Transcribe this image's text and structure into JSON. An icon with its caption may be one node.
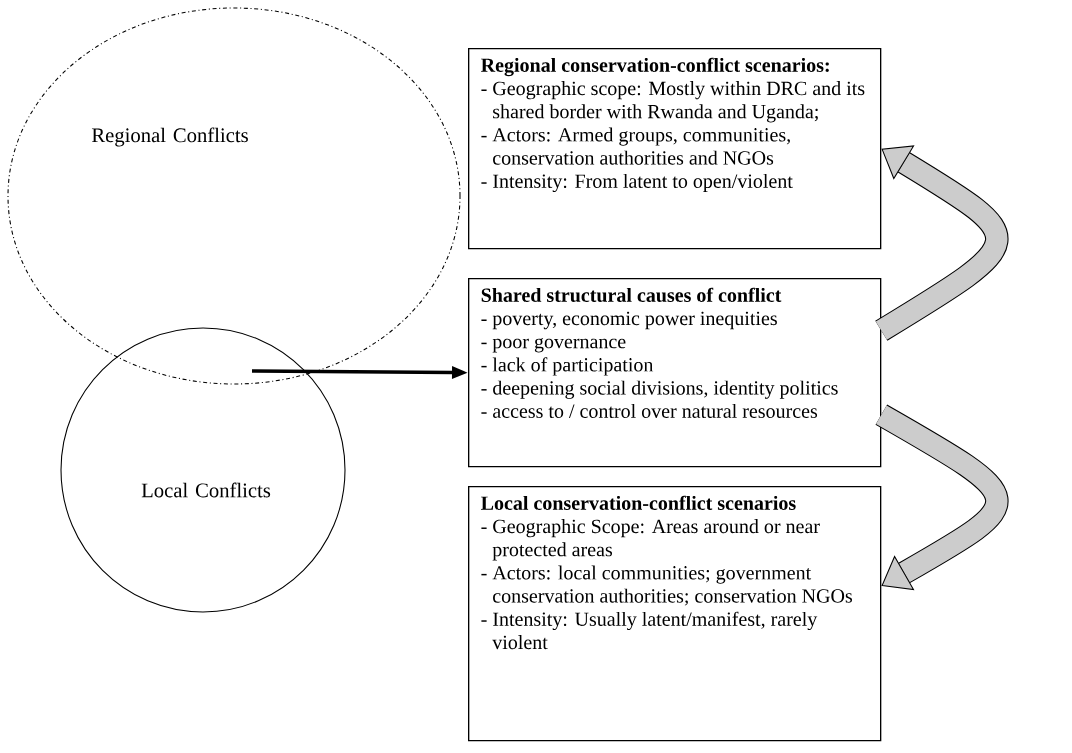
{
  "diagram": {
    "nodes": [
      {
        "text": [
          "Regional Conflicts"
        ]
      },
      {
        "text": [
          "Local Conflicts"
        ]
      },
      {
        "text": [
          "Regional conservation-conflict scenarios:",
          "- Geographic scope: Mostly within DRC and its shared border with Rwanda and Uganda;",
          "- Actors: Armed groups, communities, conservation authorities and NGOs",
          "- Intensity: From latent to open/violent"
        ]
      },
      {
        "text": [
          "Shared structural causes of conflict",
          "- poverty, economic power inequities",
          "- poor governance",
          "- lack of participation",
          "- deepening social divisions, identity politics",
          "- access to / control over natural resources"
        ]
      },
      {
        "text": [
          "Local conservation-conflict scenarios",
          "- Geographic Scope: Areas around or near protected areas",
          "- Actors: local communities; government conservation authorities; conservation NGOs",
          "- Intensity: Usually latent/manifest, rarely violent"
        ]
      }
    ],
    "edges": [
      {
        "from": 0,
        "to": 3,
        "arrow": "to"
      },
      {
        "from": 1,
        "to": 3,
        "arrow": "to"
      },
      {
        "from": 3,
        "to": 2,
        "arrow": "to",
        "style": "thick"
      },
      {
        "from": 3,
        "to": 4,
        "arrow": "to",
        "style": "thick"
      }
    ]
  }
}
